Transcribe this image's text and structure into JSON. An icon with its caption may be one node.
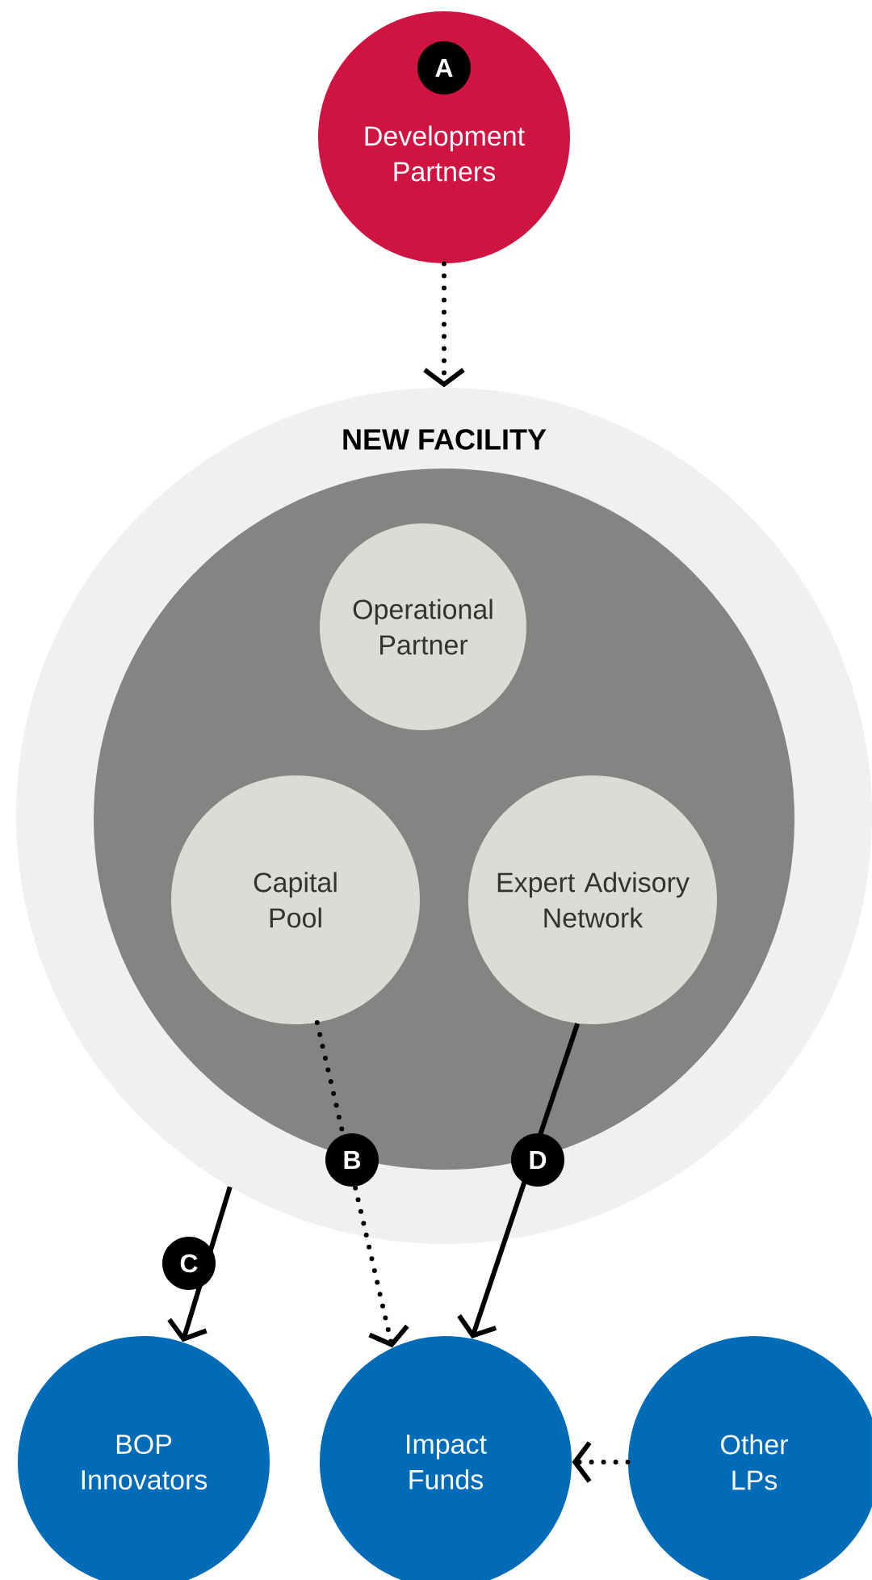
{
  "diagram": {
    "nodes": [
      {
        "text": [
          "A",
          "Development Partners"
        ]
      },
      {
        "text": [
          "NEW FACILITY"
        ]
      },
      {
        "text": [],
        "shape": "circle",
        "in": 1
      },
      {
        "text": [
          "Operational Partner"
        ],
        "in": 2
      },
      {
        "text": [
          "Capital Pool"
        ],
        "in": 2
      },
      {
        "text": [
          "Expert Advisory Network"
        ],
        "in": 2
      },
      {
        "text": [
          "BOP Innovators"
        ]
      },
      {
        "text": [
          "Impact Funds"
        ]
      },
      {
        "text": [
          "Other LPs"
        ]
      }
    ],
    "edges": [
      {
        "from": 0,
        "to": 1,
        "arrow": "to",
        "style": "dashed"
      },
      {
        "from": 4,
        "to": 7,
        "arrow": "to",
        "label": "B",
        "style": "dashed"
      },
      {
        "from": 1,
        "to": 6,
        "arrow": "to",
        "label": "C"
      },
      {
        "from": 5,
        "to": 7,
        "arrow": "to",
        "label": "D"
      },
      {
        "from": 8,
        "to": 7,
        "arrow": "to",
        "style": "dashed"
      }
    ]
  }
}
